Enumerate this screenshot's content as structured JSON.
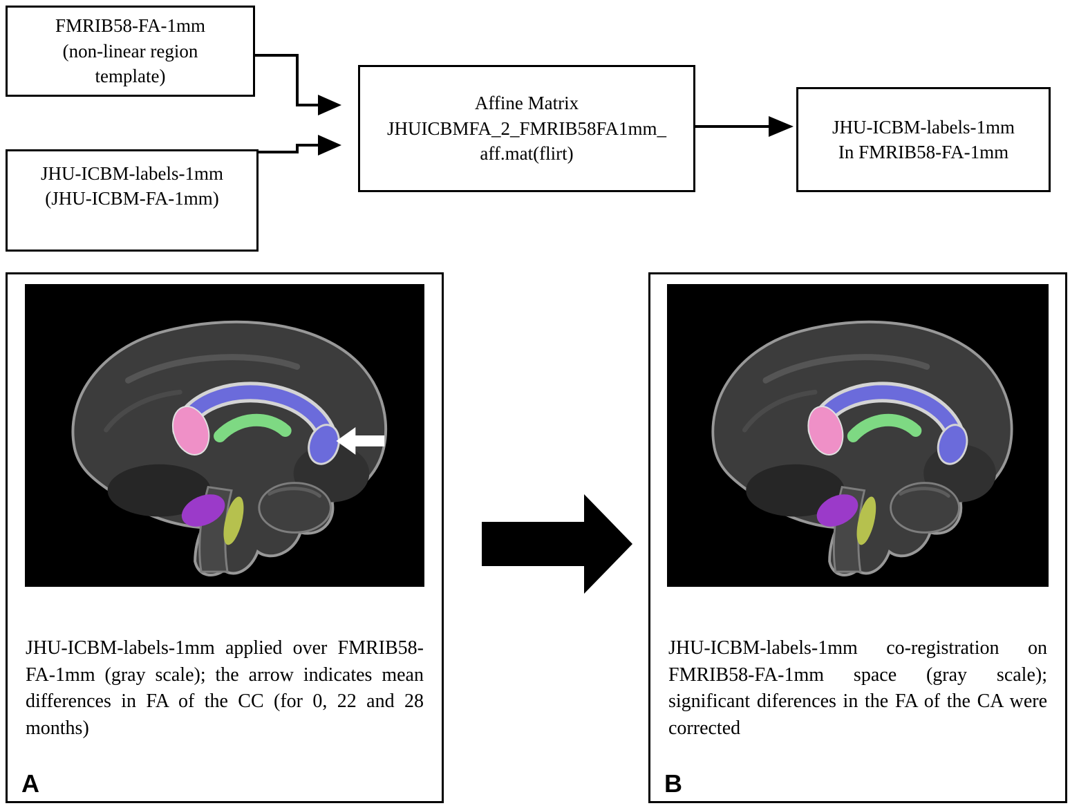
{
  "flowchart": {
    "template_box": "FMRIB58-FA-1mm\n(non-linear region\ntemplate)",
    "labels_box": "JHU-ICBM-labels-1mm\n(JHU-ICBM-FA-1mm)",
    "affine_box": "Affine Matrix\nJHUICBMFA_2_FMRIB58FA1mm_\naff.mat(flirt)",
    "output_box": "JHU-ICBM-labels-1mm\nIn FMRIB58-FA-1mm"
  },
  "panels": {
    "a": {
      "label": "A",
      "caption": "JHU-ICBM-labels-1mm applied over FMRIB58-FA-1mm (gray scale); the arrow indicates mean differences in FA of the CC (for 0, 22 and 28 months)"
    },
    "b": {
      "label": "B",
      "caption": "JHU-ICBM-labels-1mm co-registration on FMRIB58-FA-1mm space (gray scale); significant diferences in the FA of the CA were corrected"
    }
  },
  "figure_colors": {
    "corpus_callosum_blue": "#6b6bdb",
    "genu_pink": "#ef90c7",
    "fornix_green": "#7ed983",
    "midbrain_purple": "#9b3ac9",
    "brainstem_olive": "#b6c14e",
    "pointer_arrow_white": "#ffffff",
    "connector_black": "#000000"
  }
}
